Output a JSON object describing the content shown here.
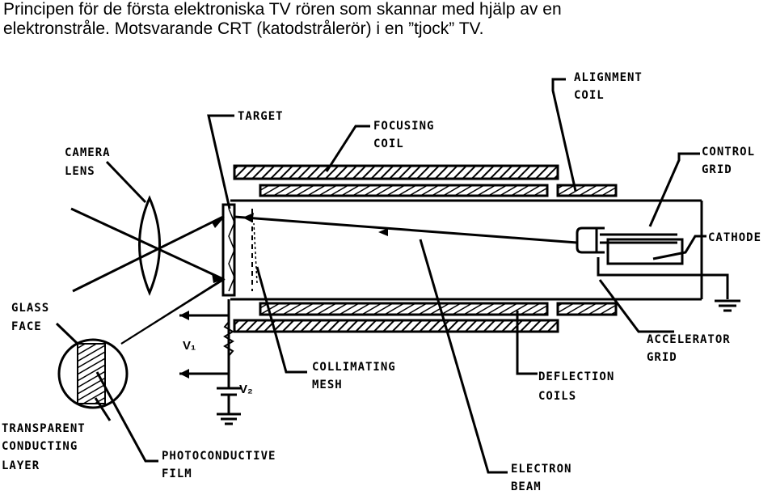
{
  "caption": {
    "line1": "Principen för de första elektroniska TV rören som skannar med hjälp av en",
    "line2": "elektronstråle. Motsvarande CRT (katodstrålerör) i en ”tjock” TV."
  },
  "labels": {
    "alignment_coil_1": "ALIGNMENT",
    "alignment_coil_2": "COIL",
    "target": "TARGET",
    "focusing_coil_1": "FOCUSING",
    "focusing_coil_2": "COIL",
    "camera_lens_1": "CAMERA",
    "camera_lens_2": "LENS",
    "control_grid_1": "CONTROL",
    "control_grid_2": "GRID",
    "cathode": "CATHODE",
    "glass_face_1": "GLASS",
    "glass_face_2": "FACE",
    "accelerator_grid_1": "ACCELERATOR",
    "accelerator_grid_2": "GRID",
    "collimating_mesh_1": "COLLIMATING",
    "collimating_mesh_2": "MESH",
    "deflection_coils_1": "DEFLECTION",
    "deflection_coils_2": "COILS",
    "transparent_layer_1": "TRANSPARENT",
    "transparent_layer_2": "CONDUCTING",
    "transparent_layer_3": "LAYER",
    "photoconductive_film_1": "PHOTOCONDUCTIVE",
    "photoconductive_film_2": "FILM",
    "electron_beam_1": "ELECTRON",
    "electron_beam_2": "BEAM",
    "v1": "V₁",
    "v2": "V₂"
  },
  "colors": {
    "ink": "#000000",
    "background": "#ffffff"
  }
}
